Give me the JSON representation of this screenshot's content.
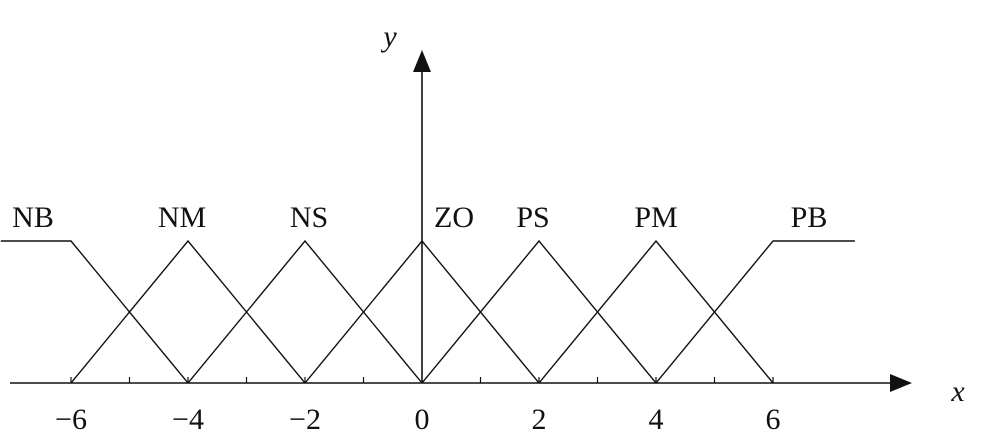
{
  "axes": {
    "x_label": "x",
    "y_label": "y"
  },
  "chart_data": {
    "type": "line",
    "x_range": [
      -7.2,
      7.4
    ],
    "y_range": [
      0,
      1
    ],
    "x_ticks": [
      -6,
      -5,
      -4,
      -3,
      -2,
      -1,
      0,
      1,
      2,
      3,
      4,
      5,
      6
    ],
    "x_tick_labels": [
      {
        "value": -6,
        "text": "−6"
      },
      {
        "value": -4,
        "text": "−4"
      },
      {
        "value": -2,
        "text": "−2"
      },
      {
        "value": 0,
        "text": "0"
      },
      {
        "value": 2,
        "text": "2"
      },
      {
        "value": 4,
        "text": "4"
      },
      {
        "value": 6,
        "text": "6"
      }
    ],
    "series": [
      {
        "name": "NB",
        "points": [
          [
            -7.2,
            1
          ],
          [
            -6,
            1
          ],
          [
            -4,
            0
          ]
        ]
      },
      {
        "name": "NM",
        "points": [
          [
            -6,
            0
          ],
          [
            -4,
            1
          ],
          [
            -2,
            0
          ]
        ]
      },
      {
        "name": "NS",
        "points": [
          [
            -4,
            0
          ],
          [
            -2,
            1
          ],
          [
            0,
            0
          ]
        ]
      },
      {
        "name": "ZO",
        "points": [
          [
            -2,
            0
          ],
          [
            0,
            1
          ],
          [
            2,
            0
          ]
        ]
      },
      {
        "name": "PS",
        "points": [
          [
            0,
            0
          ],
          [
            2,
            1
          ],
          [
            4,
            0
          ]
        ]
      },
      {
        "name": "PM",
        "points": [
          [
            2,
            0
          ],
          [
            4,
            1
          ],
          [
            6,
            0
          ]
        ]
      },
      {
        "name": "PB",
        "points": [
          [
            4,
            0
          ],
          [
            6,
            1
          ],
          [
            7.4,
            1
          ]
        ]
      }
    ]
  }
}
